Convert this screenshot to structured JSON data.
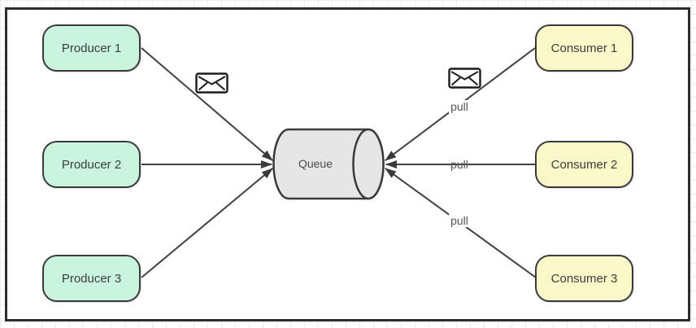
{
  "diagram": {
    "type": "message-queue-diagram",
    "nodes": [
      {
        "id": "producer-1",
        "label": "Producer 1",
        "shape": "rounded-rect",
        "role": "producer"
      },
      {
        "id": "producer-2",
        "label": "Producer 2",
        "shape": "rounded-rect",
        "role": "producer"
      },
      {
        "id": "producer-3",
        "label": "Producer 3",
        "shape": "rounded-rect",
        "role": "producer"
      },
      {
        "id": "queue",
        "label": "Queue",
        "shape": "cylinder",
        "role": "queue"
      },
      {
        "id": "consumer-1",
        "label": "Consumer 1",
        "shape": "rounded-rect",
        "role": "consumer"
      },
      {
        "id": "consumer-2",
        "label": "Consumer 2",
        "shape": "rounded-rect",
        "role": "consumer"
      },
      {
        "id": "consumer-3",
        "label": "Consumer 3",
        "shape": "rounded-rect",
        "role": "consumer"
      }
    ],
    "edges": [
      {
        "from": "producer-1",
        "to": "queue",
        "label": "",
        "icon": "envelope-icon"
      },
      {
        "from": "producer-2",
        "to": "queue",
        "label": ""
      },
      {
        "from": "producer-3",
        "to": "queue",
        "label": ""
      },
      {
        "from": "consumer-1",
        "to": "queue",
        "label": "pull",
        "icon": "envelope-icon"
      },
      {
        "from": "consumer-2",
        "to": "queue",
        "label": "pull"
      },
      {
        "from": "consumer-3",
        "to": "queue",
        "label": "pull"
      }
    ],
    "colors": {
      "producer_fill": "#c9f5de",
      "consumer_fill": "#faf8c8",
      "queue_fill": "#e6e6e6",
      "node_border": "#3a3a3a",
      "edge_stroke": "#404040",
      "pull_text": "#575757",
      "frame_border": "#2d2d2d",
      "grid_line": "#ededed"
    }
  }
}
